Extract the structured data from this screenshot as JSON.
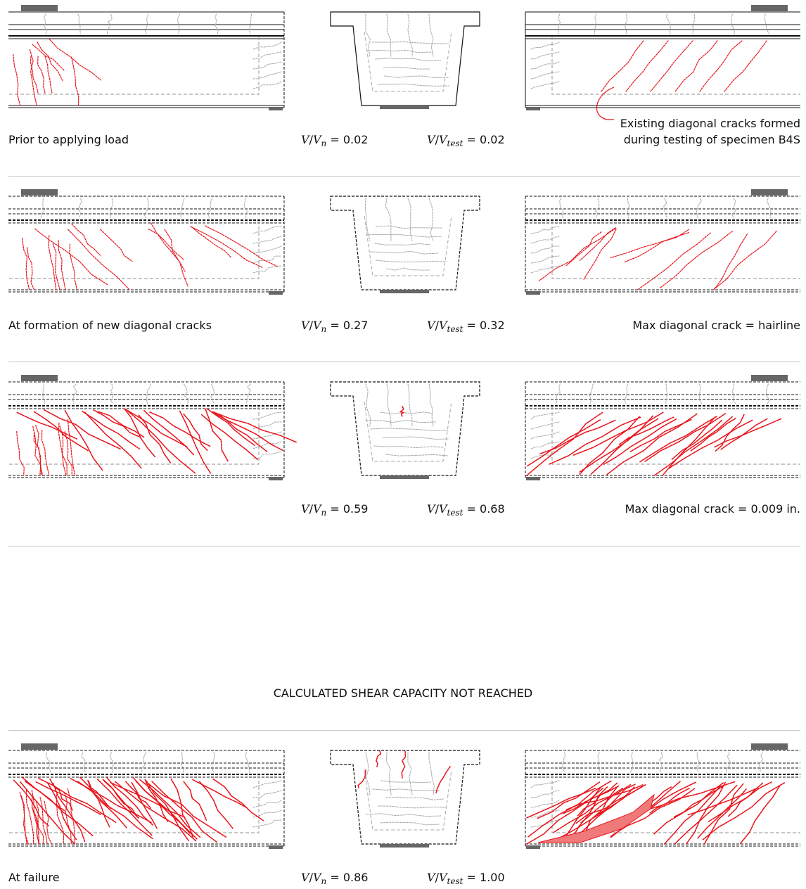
{
  "stages": [
    {
      "label": "Prior to applying load",
      "vn_value": "0.02",
      "vtest_value": "0.02",
      "note": "",
      "annotation": [
        "Existing diagonal cracks formed",
        "during testing of specimen B4S"
      ],
      "crack_level": 0,
      "dashed_outline": false
    },
    {
      "label": "At formation of new diagonal cracks",
      "vn_value": "0.27",
      "vtest_value": "0.32",
      "note": "Max diagonal crack = hairline",
      "crack_level": 1,
      "dashed_outline": true
    },
    {
      "label": "",
      "vn_value": "0.59",
      "vtest_value": "0.68",
      "note": "Max diagonal crack = 0.009 in.",
      "crack_level": 2,
      "dashed_outline": true
    },
    {
      "label": "At failure",
      "vn_value": "0.86",
      "vtest_value": "1.00",
      "note": "",
      "crack_level": 3,
      "dashed_outline": true
    }
  ],
  "capacity_note": "CALCULATED SHEAR CAPACITY NOT REACHED",
  "symbols": {
    "V": "V",
    "sub_n": "n",
    "sub_test": "test",
    "equals": "= "
  },
  "colors": {
    "crack_new": "#e8141b",
    "crack_old": "#a8a8a8",
    "outline": "#111111",
    "bearing": "#666666",
    "failure_fill": "#f07a7a",
    "divider": "#c8c8c8"
  }
}
